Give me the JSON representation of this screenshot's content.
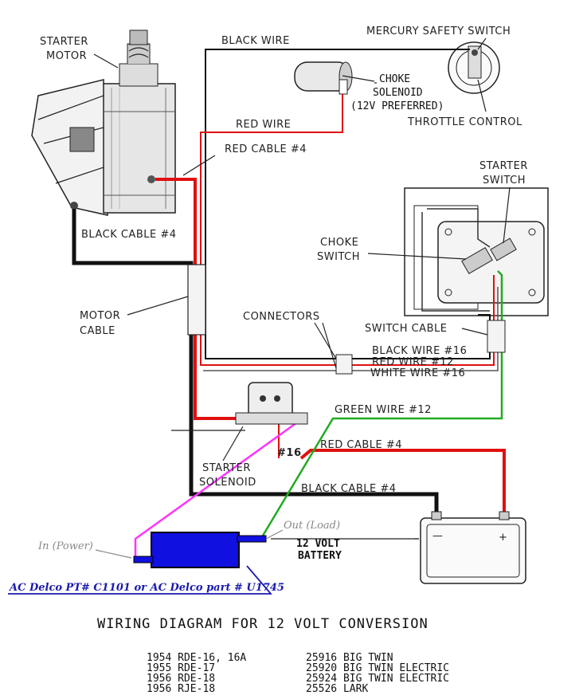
{
  "labels": {
    "starter_motor": [
      "STARTER",
      "MOTOR"
    ],
    "black_wire_top": "BLACK WIRE",
    "mercury_safety_switch": "MERCURY SAFETY SWITCH",
    "choke_solenoid": [
      "CHOKE",
      "SOLENOID",
      "(12V PREFERRED)"
    ],
    "throttle_control": "THROTTLE CONTROL",
    "red_wire_top": "RED WIRE",
    "red_cable_4_top": "RED CABLE #4",
    "starter_switch": [
      "STARTER",
      "SWITCH"
    ],
    "black_cable_4_left": "BLACK CABLE #4",
    "choke_switch": [
      "CHOKE",
      "SWITCH"
    ],
    "motor_cable": [
      "MOTOR",
      "CABLE"
    ],
    "connectors": "CONNECTORS",
    "switch_cable": "SWITCH CABLE",
    "black_wire_16": "BLACK WIRE #16",
    "red_wire_12": "RED WIRE #12",
    "white_wire_16": "WHITE WIRE #16",
    "green_wire_12": "GREEN WIRE #12",
    "red_cable_4_right": "RED CABLE #4",
    "num_16": "#16",
    "starter_solenoid": [
      "STARTER",
      "SOLENOID"
    ],
    "black_cable_4_bottom": "BLACK CABLE #4",
    "out_load": "Out (Load)",
    "in_power": "In (Power)",
    "battery": [
      "12  VOLT",
      "BATTERY"
    ],
    "battery_minus": "—",
    "battery_plus": "+",
    "ac_delco": "AC Delco  PT# C1101 or AC Delco part # U1745"
  },
  "title": "WIRING DIAGRAM FOR 12 VOLT CONVERSION",
  "models": [
    {
      "year_model": "1954 RDE-16, 16A",
      "code_name": "25916 BIG TWIN"
    },
    {
      "year_model": "1955 RDE-17",
      "code_name": "25920 BIG TWIN ELECTRIC"
    },
    {
      "year_model": "1956 RDE-18",
      "code_name": "25924 BIG TWIN ELECTRIC"
    },
    {
      "year_model": "1956 RJE-18",
      "code_name": "25526 LARK"
    }
  ],
  "colors": {
    "black_wire": "#111111",
    "red_wire": "#e01010",
    "green_wire": "#22aa22",
    "magenta_wire": "#ff33ff",
    "relay_blue": "#1010e0",
    "annotation_blue": "#1a1ab0"
  }
}
